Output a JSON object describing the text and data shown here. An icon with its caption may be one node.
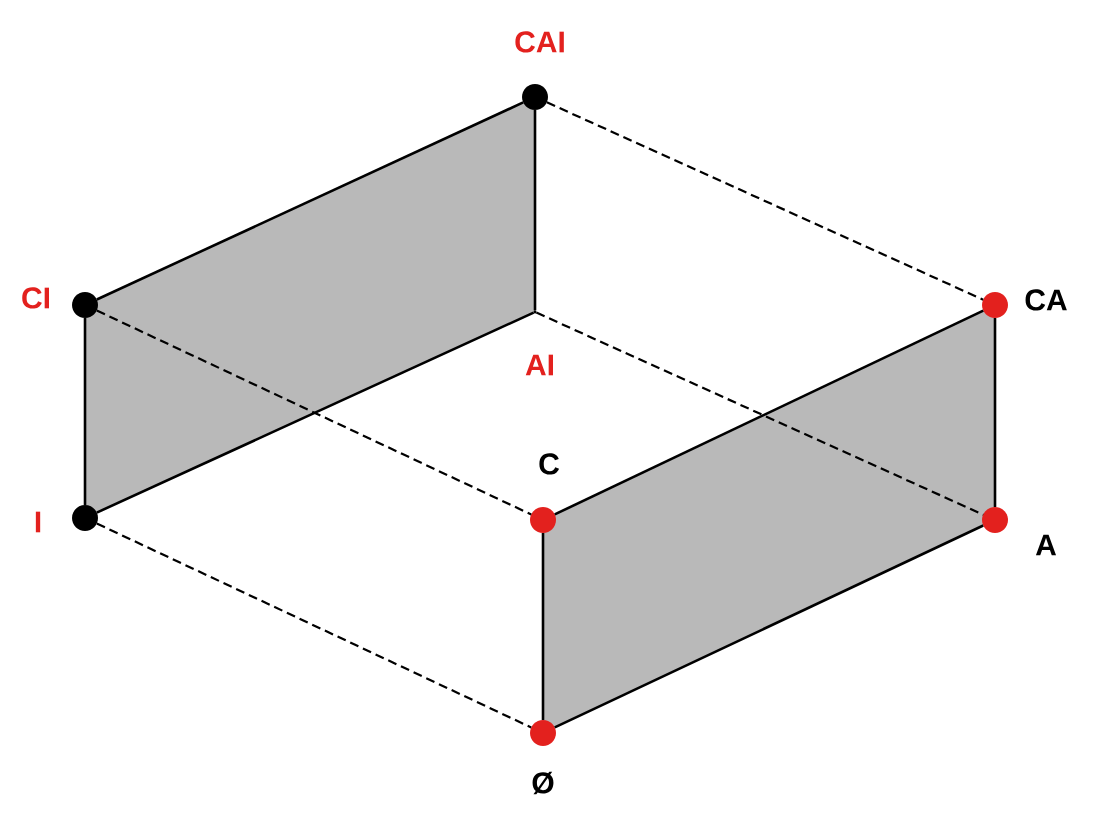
{
  "diagram": {
    "nodes": [
      {
        "text": [],
        "shape": "circle",
        "beside": [
          "CAI"
        ]
      },
      {
        "text": [],
        "shape": "circle",
        "beside": [
          "CI"
        ]
      },
      {
        "text": [],
        "shape": "point",
        "beside": [
          "AI"
        ]
      },
      {
        "text": [],
        "shape": "circle",
        "beside": [
          "CA"
        ]
      },
      {
        "text": [],
        "shape": "circle",
        "beside": [
          "I"
        ]
      },
      {
        "text": [],
        "shape": "circle",
        "beside": [
          "C"
        ]
      },
      {
        "text": [],
        "shape": "circle",
        "beside": [
          "A"
        ]
      },
      {
        "text": [],
        "shape": "circle",
        "beside": [
          "Ø"
        ]
      }
    ],
    "edges": [
      {
        "from": 1,
        "to": 0,
        "arrow": "none"
      },
      {
        "from": 0,
        "to": 2,
        "arrow": "none"
      },
      {
        "from": 1,
        "to": 4,
        "arrow": "none"
      },
      {
        "from": 4,
        "to": 2,
        "arrow": "none"
      },
      {
        "from": 0,
        "to": 3,
        "arrow": "none",
        "style": "dashed"
      },
      {
        "from": 2,
        "to": 6,
        "arrow": "none",
        "style": "dashed"
      },
      {
        "from": 1,
        "to": 5,
        "arrow": "none",
        "style": "dashed"
      },
      {
        "from": 4,
        "to": 7,
        "arrow": "none",
        "style": "dashed"
      },
      {
        "from": 5,
        "to": 3,
        "arrow": "none"
      },
      {
        "from": 3,
        "to": 6,
        "arrow": "none"
      },
      {
        "from": 5,
        "to": 7,
        "arrow": "none"
      },
      {
        "from": 7,
        "to": 6,
        "arrow": "none"
      }
    ]
  }
}
